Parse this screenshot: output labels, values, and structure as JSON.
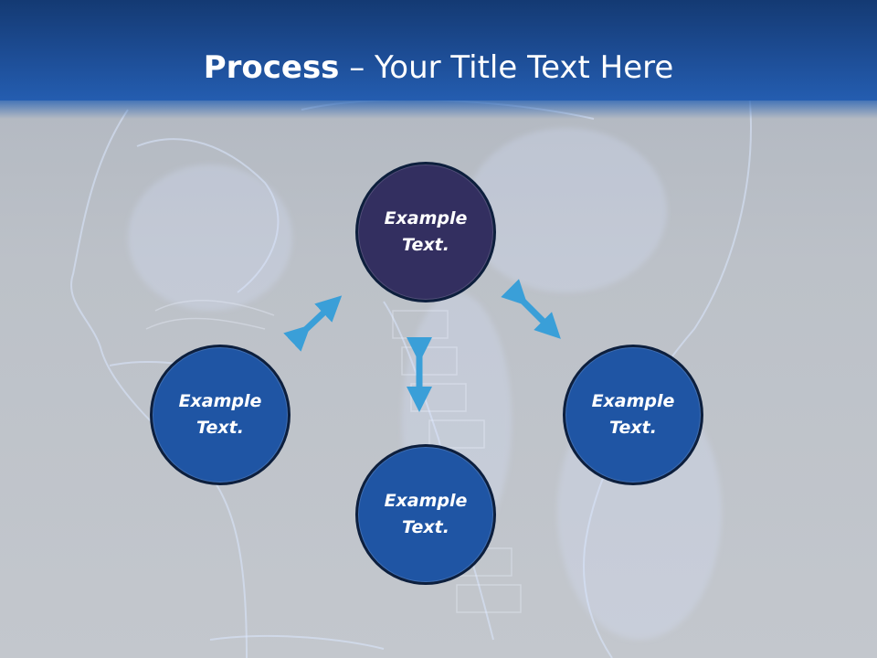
{
  "slide": {
    "title_bold": "Process",
    "title_rest": " – Your Title Text Here"
  },
  "nodes": [
    {
      "id": "top",
      "text": "Example Text.",
      "color": "#332f60"
    },
    {
      "id": "left",
      "text": "Example Text.",
      "color": "#1f55a4"
    },
    {
      "id": "right",
      "text": "Example Text.",
      "color": "#1f55a4"
    },
    {
      "id": "bottom",
      "text": "Example Text.",
      "color": "#1f55a4"
    }
  ],
  "colors": {
    "header": "#1c4b92",
    "arrow": "#3a9fd8",
    "background": "#bcc1c8"
  }
}
